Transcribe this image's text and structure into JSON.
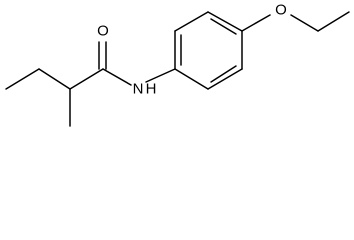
{
  "molecule": {
    "atoms": {
      "carbonyl_oxygen": "O",
      "amide_nitrogen": "N",
      "amide_hydrogen": "H",
      "ether_oxygen": "O"
    },
    "colors": {
      "bond": "#000000",
      "label": "#000000",
      "background": "#ffffff"
    }
  }
}
